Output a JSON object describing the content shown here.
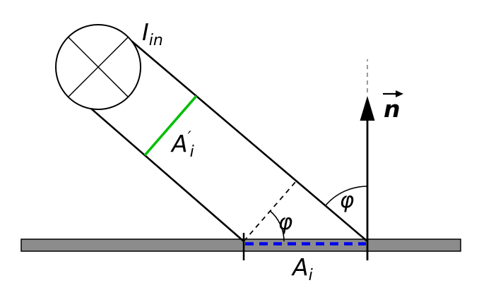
{
  "figure": {
    "labels": {
      "incident_beam": {
        "base": "I",
        "sub": "in"
      },
      "beam_cross_section": {
        "base": "A",
        "prime": "′",
        "sub": "i"
      },
      "illuminated_area": {
        "base": "A",
        "sub": "i"
      },
      "surface_normal": {
        "base": "n"
      },
      "angle_phi_surface": "φ",
      "angle_phi_normal": "φ"
    },
    "icons": {
      "light_source": "circled-cross-lamp",
      "normal_arrow": "up-arrow",
      "vector_overbar": "right-arrow"
    },
    "colors": {
      "beam_cross_section": "#00bf00",
      "illuminated_area": "#0000ee",
      "surface_fill": "#8c8c8c",
      "stroke": "#000000",
      "normal_extension": "#9b9b9b"
    }
  }
}
